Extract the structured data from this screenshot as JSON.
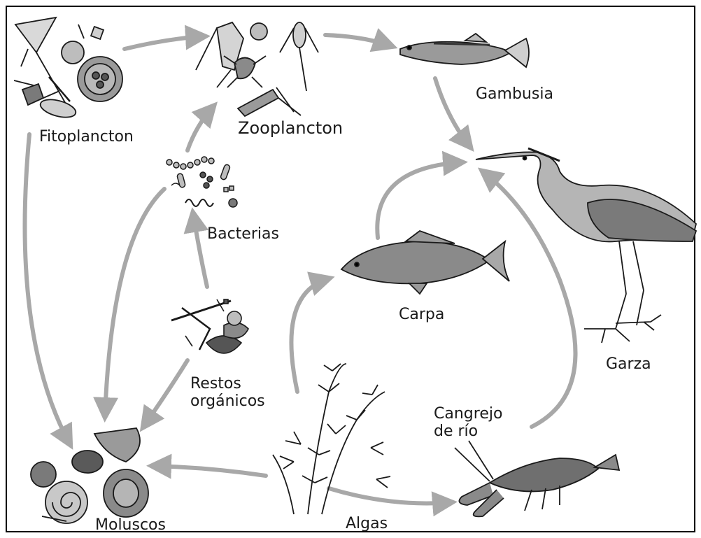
{
  "organisms": {
    "fitoplancton": "Fitoplancton",
    "zooplancton": "Zooplancton",
    "gambusia": "Gambusia",
    "bacterias": "Bacterias",
    "carpa": "Carpa",
    "garza": "Garza",
    "restos": "Restos\norgánicos",
    "cangrejo": "Cangrejo\nde río",
    "moluscos": "Moluscos",
    "algas": "Algas"
  },
  "colors": {
    "arrow": "#a8a8a8",
    "ink": "#1a1a1a",
    "shade": "#6b6b6b"
  }
}
